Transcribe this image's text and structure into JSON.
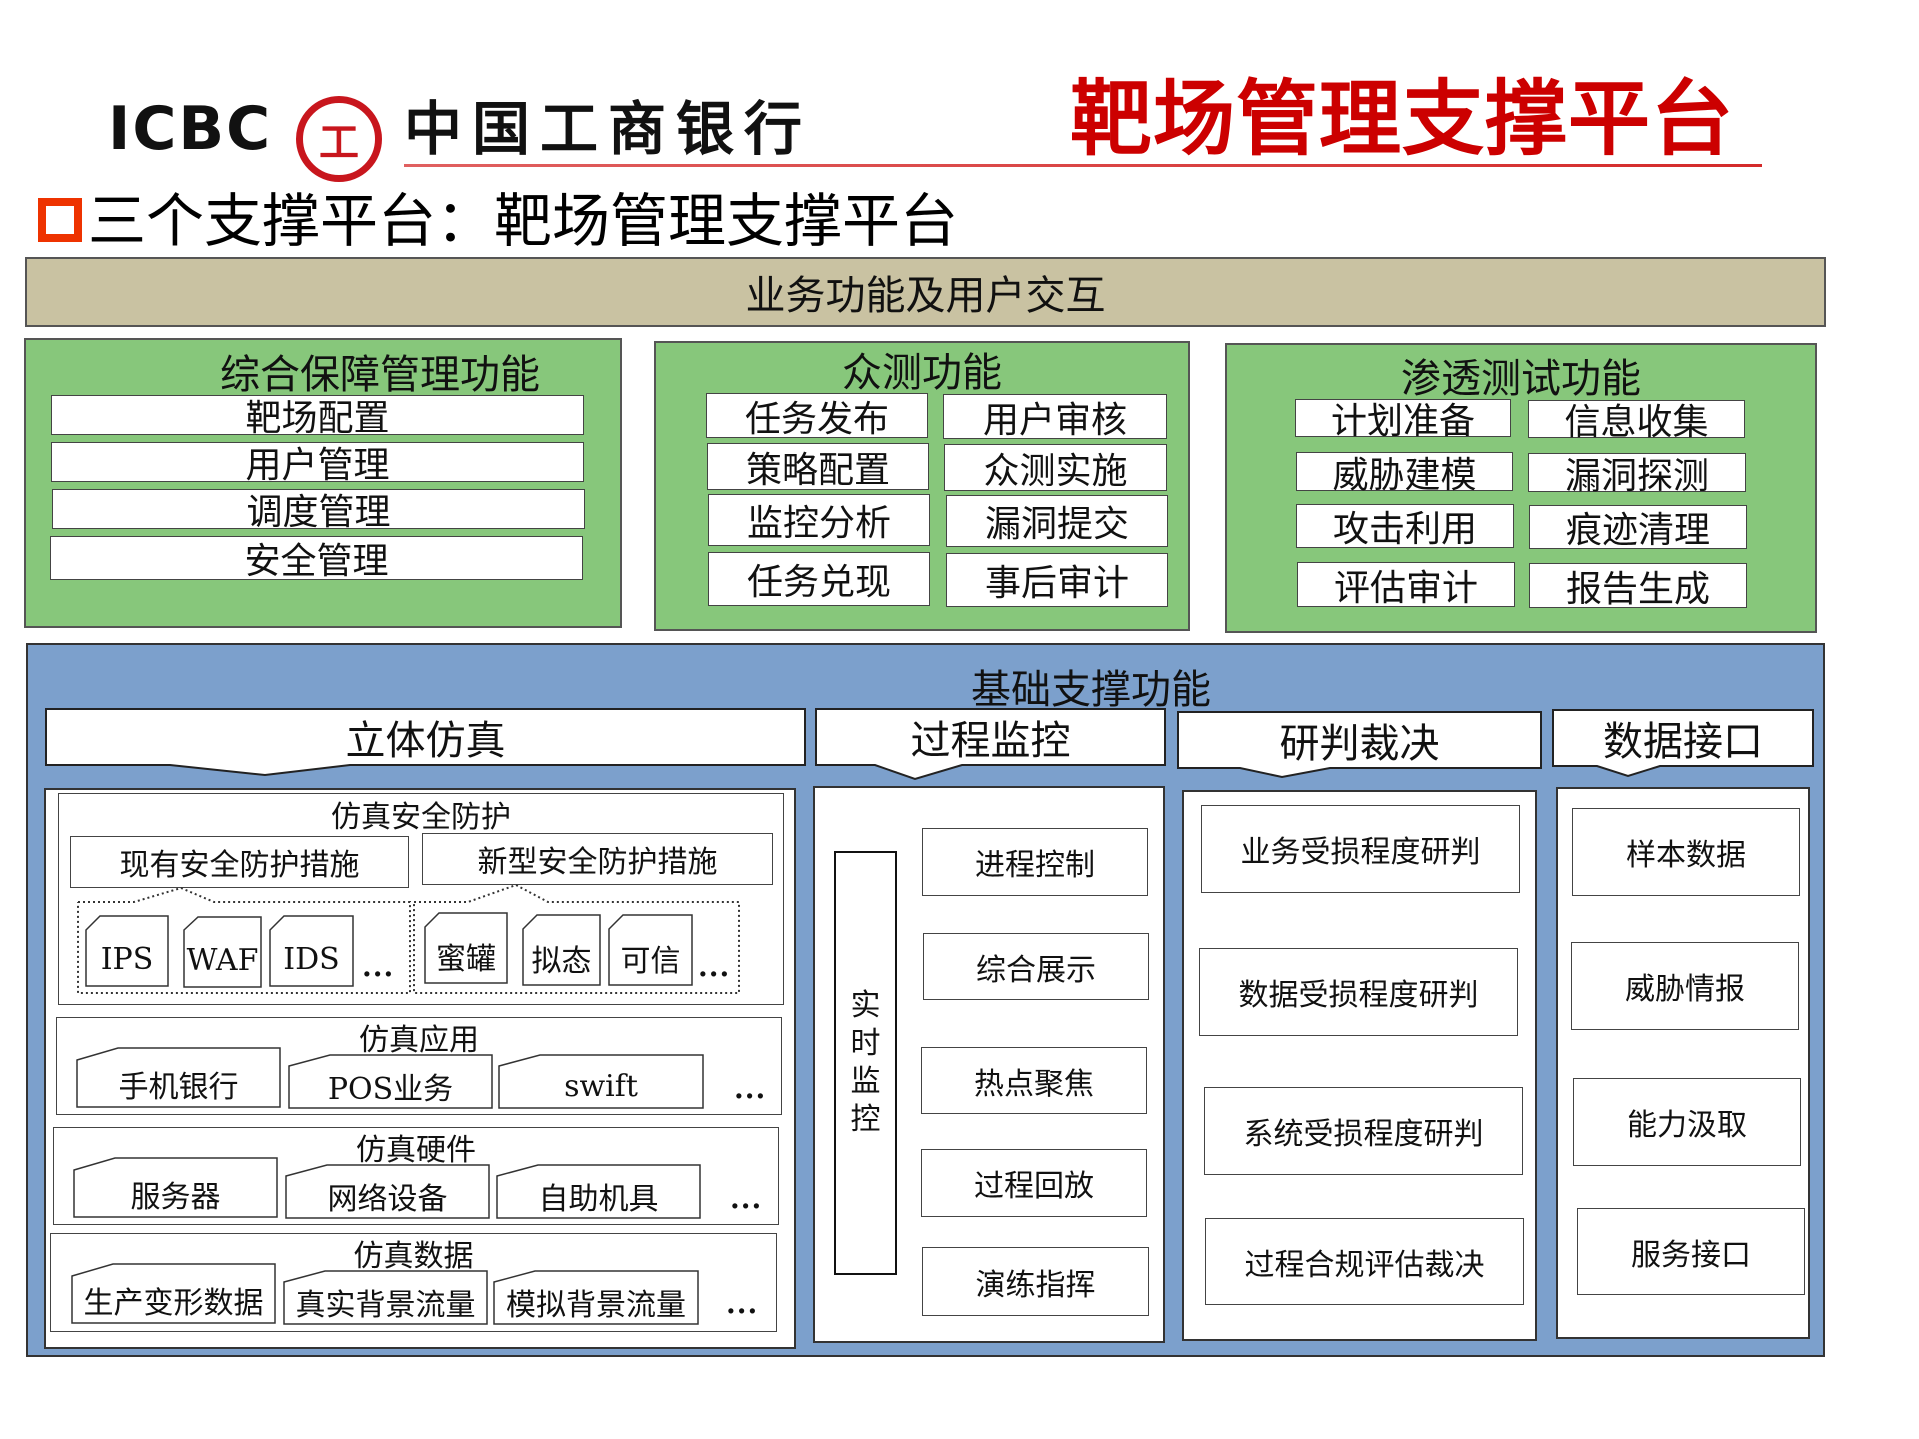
{
  "header": {
    "logo_en": "ICBC",
    "logo_symbol": "工",
    "logo_cn": "中国工商银行",
    "title": "靶场管理支撑平台",
    "colors": {
      "brand_red": "#c8161d",
      "title_red": "#cc0000"
    }
  },
  "subtitle": {
    "bullet_icon": "hollow-square-bullet",
    "text": "三个支撑平台：靶场管理支撑平台"
  },
  "top_layer": {
    "label": "业务功能及用户交互",
    "color": "#c9c2a2"
  },
  "business_groups": [
    {
      "title": "综合保障管理功能",
      "items": [
        "靶场配置",
        "用户管理",
        "调度管理",
        "安全管理"
      ]
    },
    {
      "title": "众测功能",
      "items": [
        "任务发布",
        "用户审核",
        "策略配置",
        "众测实施",
        "监控分析",
        "漏洞提交",
        "任务兑现",
        "事后审计"
      ]
    },
    {
      "title": "渗透测试功能",
      "items": [
        "计划准备",
        "信息收集",
        "威胁建模",
        "漏洞探测",
        "攻击利用",
        "痕迹清理",
        "评估审计",
        "报告生成"
      ]
    }
  ],
  "foundation": {
    "title": "基础支撑功能",
    "color": "#7ca0cc",
    "simulation": {
      "header": "立体仿真",
      "security": {
        "title": "仿真安全防护",
        "existing": {
          "label": "现有安全防护措施",
          "items": [
            "IPS",
            "WAF",
            "IDS"
          ],
          "more": "..."
        },
        "new": {
          "label": "新型安全防护措施",
          "items": [
            "蜜罐",
            "拟态",
            "可信"
          ],
          "more": "..."
        }
      },
      "application": {
        "title": "仿真应用",
        "items": [
          "手机银行",
          "POS业务",
          "swift"
        ],
        "more": "..."
      },
      "hardware": {
        "title": "仿真硬件",
        "items": [
          "服务器",
          "网络设备",
          "自助机具"
        ],
        "more": "..."
      },
      "data": {
        "title": "仿真数据",
        "items": [
          "生产变形数据",
          "真实背景流量",
          "模拟背景流量"
        ],
        "more": "..."
      }
    },
    "monitoring": {
      "header": "过程监控",
      "realtime": [
        "实",
        "时",
        "监",
        "控"
      ],
      "items": [
        "进程控制",
        "综合展示",
        "热点聚焦",
        "过程回放",
        "演练指挥"
      ]
    },
    "judgement": {
      "header": "研判裁决",
      "items": [
        "业务受损程度研判",
        "数据受损程度研判",
        "系统受损程度研判",
        "过程合规评估裁决"
      ]
    },
    "data_interface": {
      "header": "数据接口",
      "items": [
        "样本数据",
        "威胁情报",
        "能力汲取",
        "服务接口"
      ]
    }
  }
}
